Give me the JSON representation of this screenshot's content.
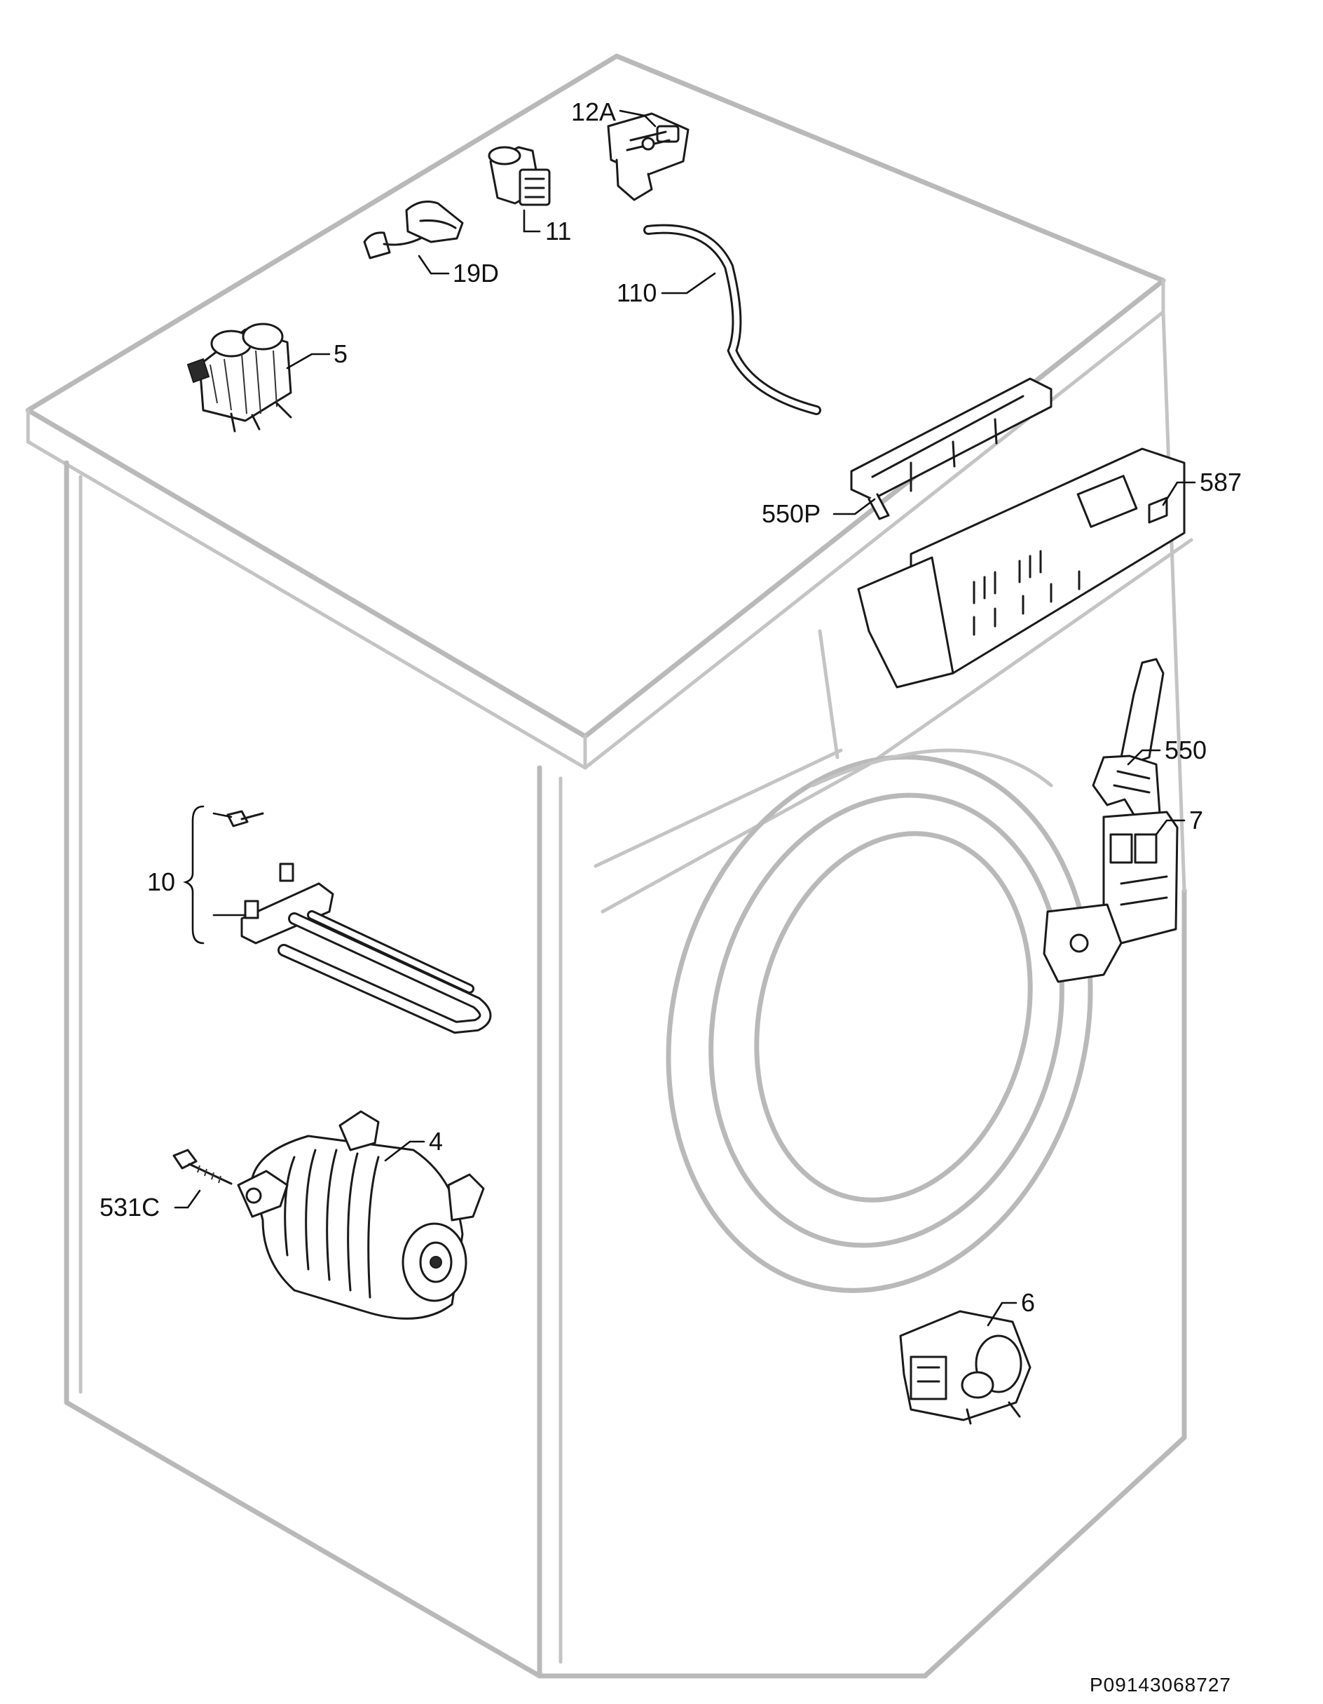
{
  "diagram": {
    "callouts": {
      "c_12A": "12A",
      "c_11": "11",
      "c_19D": "19D",
      "c_110": "110",
      "c_5": "5",
      "c_550P": "550P",
      "c_587": "587",
      "c_550": "550",
      "c_7": "7",
      "c_10": "10",
      "c_4": "4",
      "c_531C": "531C",
      "c_6": "6"
    },
    "drawing_code": "P09143068727"
  }
}
